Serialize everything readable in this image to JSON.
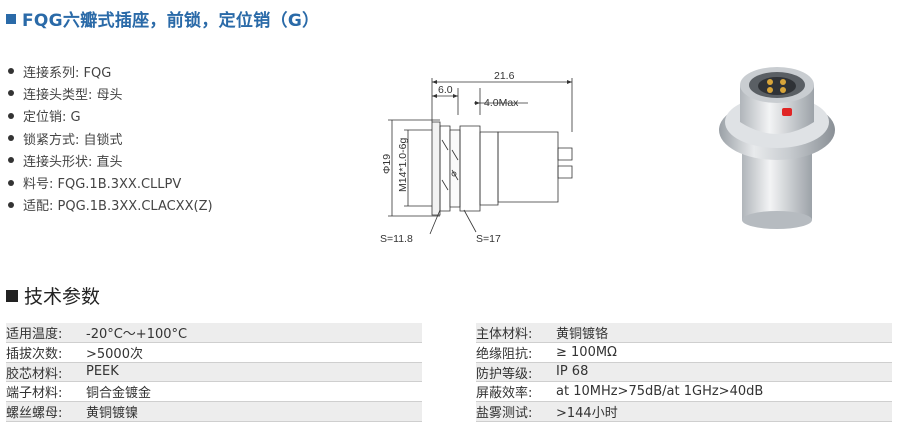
{
  "title": "FQG六瓣式插座，前锁，定位销（G）",
  "specs": [
    "连接系列: FQG",
    "连接头类型: 母头",
    "定位销: G",
    "锁紧方式: 自锁式",
    "连接头形状: 直头",
    "料号: FQG.1B.3XX.CLLPV",
    "适配: PQG.1B.3XX.CLACXX(Z)"
  ],
  "drawing": {
    "dim_total": "21.6",
    "dim_front": "6.0",
    "dim_max": "4.0Max",
    "dim_dia": "Φ19",
    "dim_thread": "M14*1.0-6g",
    "s_left": "S=11.8",
    "s_right": "S=17"
  },
  "tech_title": "技术参数",
  "tech_left": [
    {
      "k": "适用温度:",
      "v": "-20°C～+100°C"
    },
    {
      "k": "插拔次数:",
      "v": ">5000次"
    },
    {
      "k": "胶芯材料:",
      "v": "PEEK"
    },
    {
      "k": "端子材料:",
      "v": "铜合金镀金"
    },
    {
      "k": "螺丝螺母:",
      "v": "黄铜镀镍"
    }
  ],
  "tech_right": [
    {
      "k": "主体材料:",
      "v": "黄铜镀铬"
    },
    {
      "k": "绝缘阻抗:",
      "v": "≥ 100MΩ"
    },
    {
      "k": "防护等级:",
      "v": "IP 68"
    },
    {
      "k": "屏蔽效率:",
      "v": "at 10MHz>75dB/at 1GHz>40dB"
    },
    {
      "k": "盐雾测试:",
      "v": ">144小时"
    }
  ],
  "colors": {
    "title": "#2a6aa8",
    "row_alt": "#ededed",
    "line": "#cfcfcf"
  },
  "icons": [
    "square-bullet-icon",
    "dot-bullet-icon"
  ]
}
